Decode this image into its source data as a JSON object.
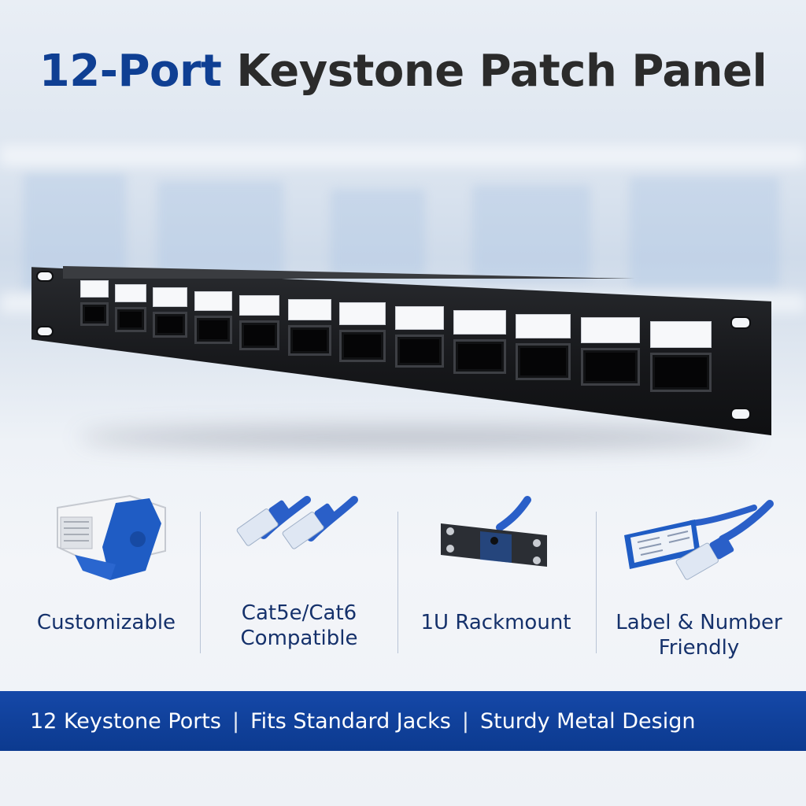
{
  "title": {
    "accent": "12-Port",
    "rest": " Keystone Patch Panel"
  },
  "panel": {
    "port_count": 12
  },
  "features": [
    {
      "icon": "keystone-jack-icon",
      "line1": "Customizable",
      "line2": ""
    },
    {
      "icon": "ethernet-cables-icon",
      "line1": "Cat5e/Cat6",
      "line2": "Compatible"
    },
    {
      "icon": "rackmount-bracket-icon",
      "line1": "1U Rackmount",
      "line2": ""
    },
    {
      "icon": "cable-label-icon",
      "line1": "Label & Number",
      "line2": "Friendly"
    }
  ],
  "banner": {
    "item1": "12 Keystone Ports",
    "item2": "Fits Standard Jacks",
    "item3": "Sturdy Metal Design",
    "separator": "|"
  },
  "colors": {
    "accent_blue": "#0f3f93",
    "banner_blue": "#0c3a8f",
    "caption_navy": "#15316b",
    "cable_blue": "#2a5fc8"
  }
}
